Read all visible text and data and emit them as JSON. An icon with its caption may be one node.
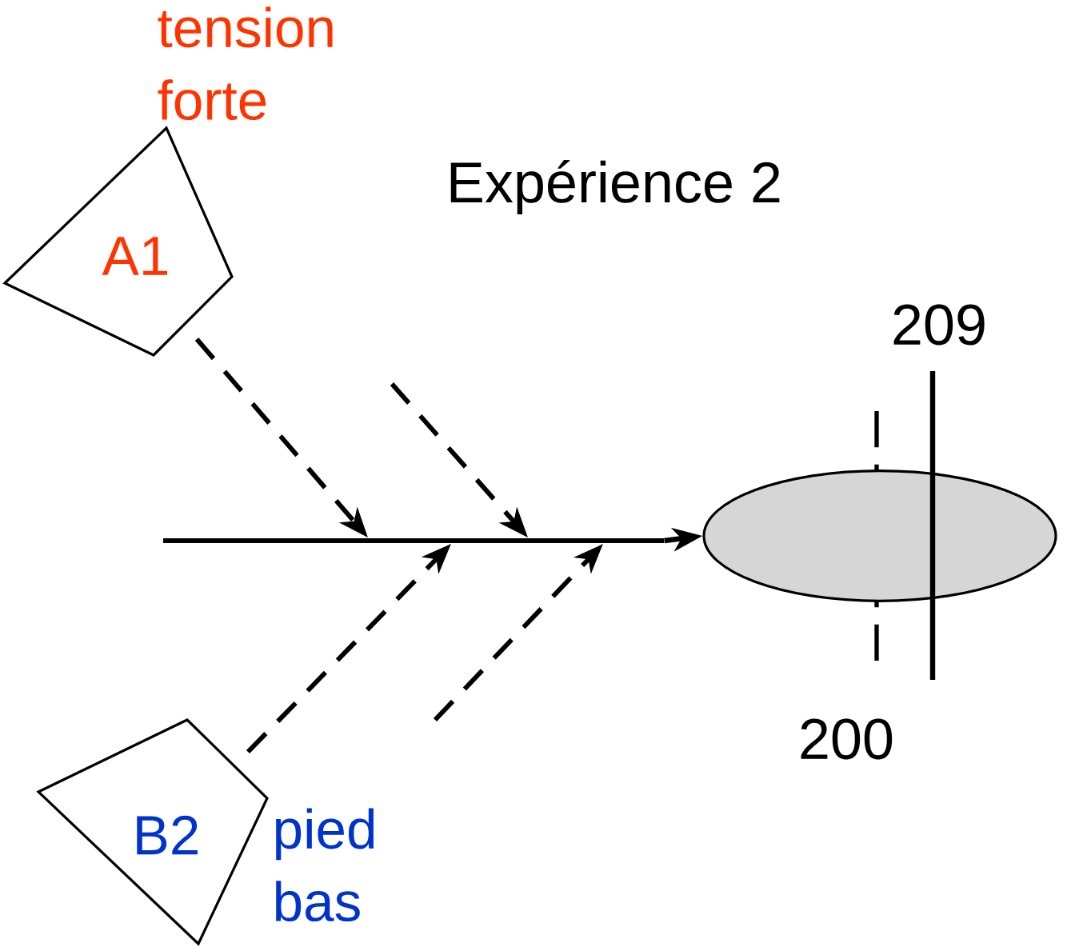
{
  "diagram": {
    "title": "Expérience 2",
    "nodes": [
      {
        "text": [
          "A1"
        ],
        "beside": [
          "tension forte"
        ]
      },
      {
        "text": [
          "B2"
        ],
        "beside": [
          "pied bas"
        ]
      },
      {
        "text": [],
        "shape": "ellipse"
      },
      {
        "text": [],
        "shape": "bar"
      }
    ],
    "edges": [
      {
        "from": 3,
        "to": 2,
        "arrow": "to"
      },
      {
        "from": 0,
        "to": 3,
        "arrow": "to",
        "style": "dashed"
      },
      {
        "from": null,
        "to": 3,
        "arrow": "to",
        "style": "dashed"
      },
      {
        "from": 1,
        "to": 3,
        "arrow": "to",
        "style": "dashed"
      },
      {
        "from": null,
        "to": 3,
        "arrow": "to",
        "style": "dashed"
      }
    ],
    "labels": [
      "209",
      "200"
    ]
  }
}
